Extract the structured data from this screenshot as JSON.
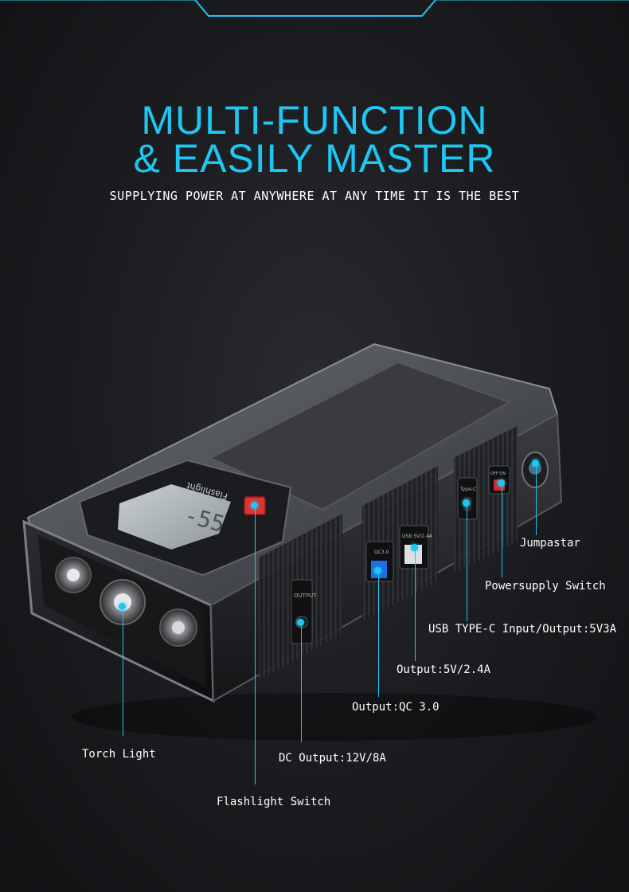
{
  "title": {
    "line1": "MULTI-FUNCTION",
    "line2": "& EASILY MASTER",
    "subtitle": "SUPPLYING POWER AT ANYWHERE AT ANY TIME IT IS THE BEST"
  },
  "colors": {
    "accent": "#1ec6f2",
    "background": "#1a1b1e",
    "text": "#ffffff",
    "button_red": "#e0322f"
  },
  "device": {
    "screen_digits": "-55",
    "flashlight_label": "Flashlight",
    "usb_port_label": "USB 5V/2.4A",
    "qc_port_label": "QC3.0",
    "typec_label": "Type-C",
    "switch_label": "OFF ON",
    "dc_label": "OUTPUT"
  },
  "callouts": {
    "jumpastar": "Jumpastar",
    "powersupply_switch": "Powersupply Switch",
    "usb_typec": "USB TYPE-C Input/Output:5V3A",
    "output_5v": "Output:5V/2.4A",
    "output_qc": "Output:QC 3.0",
    "torch_light": "Torch Light",
    "dc_output": "DC Output:12V/8A",
    "flashlight_switch": "Flashlight Switch"
  }
}
